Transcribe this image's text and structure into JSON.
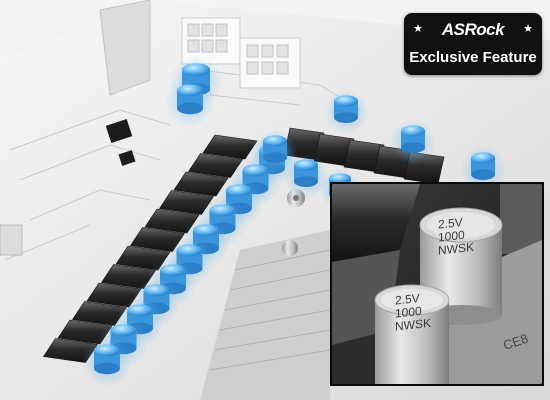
{
  "badge": {
    "brand": "ASRock",
    "tagline": "Exclusive Feature"
  },
  "capacitor_marking": {
    "voltage": "2.5V",
    "capacitance": "1000",
    "code": "NWSK"
  },
  "board_label": "CE8",
  "colors": {
    "board": "#efefef",
    "choke": "#2b2b2b",
    "capacitor_glow": "#5fb6f0",
    "badge_bg": "#101010",
    "badge_text": "#ffffff"
  }
}
